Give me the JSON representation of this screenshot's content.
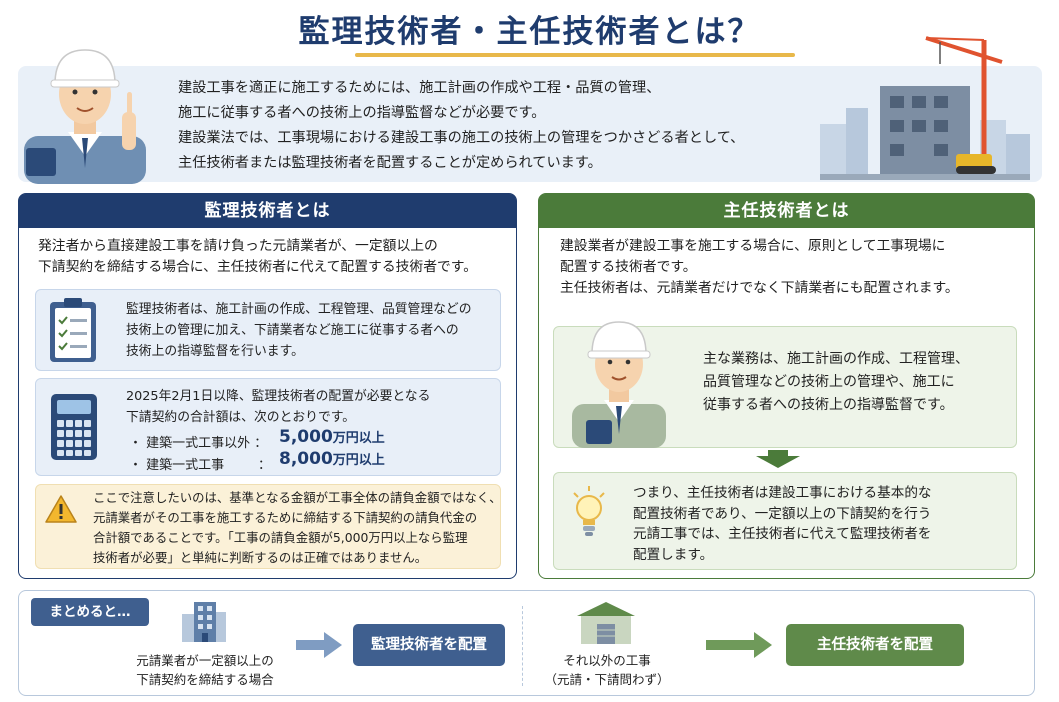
{
  "title": "監理技術者・主任技術者とは？",
  "intro": {
    "lines": [
      "建設工事を適正に施工するためには、施工計画の作成や工程・品質の管理、",
      "施工に従事する者への技術上の指導監督などが必要です。",
      "建設業法では、工事現場における建設工事の施工の技術上の管理をつかさどる者として、",
      "主任技術者または監理技術者を配置することが定められています。"
    ]
  },
  "kanri": {
    "heading": "監理技術者とは",
    "desc": [
      "発注者から直接建設工事を請け負った元請業者が、一定額以上の",
      "下請契約を締結する場合に、主任技術者に代えて配置する技術者です。"
    ],
    "duties": [
      "監理技術者は、施工計画の作成、工程管理、品質管理などの",
      "技術上の管理に加え、下請業者など施工に従事する者への",
      "技術上の指導監督を行います。"
    ],
    "threshold": {
      "intro": [
        "2025年2月1日以降、監理技術者の配置が必要となる",
        "下請契約の合計額は、次のとおりです。"
      ],
      "rows": [
        {
          "label": "・ 建築一式工事以外 ：",
          "amount": "5,000",
          "unit": "万円以上"
        },
        {
          "label": "・ 建築一式工事",
          "colon": "：",
          "amount": "8,000",
          "unit": "万円以上"
        }
      ]
    },
    "caution": [
      "ここで注意したいのは、基準となる金額が工事全体の請負金額ではなく、",
      "元請業者がその工事を施工するために締結する下請契約の請負代金の",
      "合計額であることです。「工事の請負金額が5,000万円以上なら監理",
      "技術者が必要」と単純に判断するのは正確ではありません。"
    ]
  },
  "shunin": {
    "heading": "主任技術者とは",
    "desc": [
      "建設業者が建設工事を施工する場合に、原則として工事現場に",
      "配置する技術者です。",
      "主任技術者は、元請業者だけでなく下請業者にも配置されます。"
    ],
    "duties": [
      "主な業務は、施工計画の作成、工程管理、",
      "品質管理などの技術上の管理や、施工に",
      "従事する者への技術上の指導監督です。"
    ],
    "conclusion": [
      "つまり、主任技術者は建設工事における基本的な",
      "配置技術者であり、一定額以上の下請契約を行う",
      "元請工事では、主任技術者に代えて監理技術者を",
      "配置します。"
    ]
  },
  "summary": {
    "tag": "まとめると…",
    "left_label": [
      "元請業者が一定額以上の",
      "下請契約を締結する場合"
    ],
    "left_result": "監理技術者を配置",
    "right_label": [
      "それ以外の工事",
      "（元請・下請問わず）"
    ],
    "right_result": "主任技術者を配置"
  },
  "colors": {
    "navy": "#1f3c6e",
    "green": "#4b7b3a",
    "accent": "#e8b84a"
  }
}
